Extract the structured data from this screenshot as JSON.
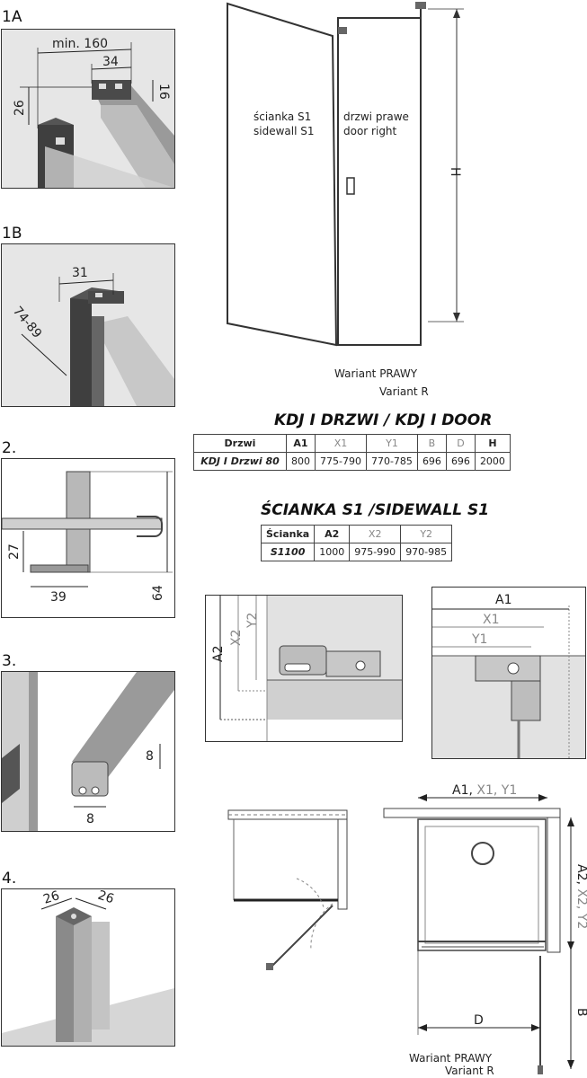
{
  "details": {
    "d1a": {
      "label": "1A",
      "min": "min. 160",
      "w": "34",
      "h1": "16",
      "h2": "26"
    },
    "d1b": {
      "label": "1B",
      "w": "31",
      "range": "74-89"
    },
    "d2": {
      "label": "2.",
      "h": "27",
      "w": "39",
      "total": "64"
    },
    "d3": {
      "label": "3.",
      "h": "8",
      "w": "8"
    },
    "d4": {
      "label": "4.",
      "w1": "26",
      "w2": "26"
    }
  },
  "front_view": {
    "sidewall_pl": "ścianka S1",
    "sidewall_en": "sidewall S1",
    "door_pl": "drzwi prawe",
    "door_en": "door right",
    "height_label": "H",
    "variant_pl": "Wariant PRAWY",
    "variant_en": "Variant R"
  },
  "door_table": {
    "title": "KDJ I DRZWI / KDJ I DOOR",
    "headers": [
      "Drzwi",
      "A1",
      "X1",
      "Y1",
      "B",
      "D",
      "H"
    ],
    "rows": [
      [
        "KDJ I Drzwi 80",
        "800",
        "775-790",
        "770-785",
        "696",
        "696",
        "2000"
      ]
    ]
  },
  "sidewall_table": {
    "title": "ŚCIANKA S1 /SIDEWALL S1",
    "headers": [
      "Ścianka",
      "A2",
      "X2",
      "Y2"
    ],
    "rows": [
      [
        "S1100",
        "1000",
        "975-990",
        "970-985"
      ]
    ]
  },
  "measure_side": {
    "a2": "A2",
    "x2": "X2",
    "y2": "Y2"
  },
  "measure_front": {
    "a1": "A1",
    "x1": "X1",
    "y1": "Y1"
  },
  "plan": {
    "top_label_a": "A1,",
    "top_label_b": " X1, Y1",
    "side_label_a": "A2,",
    "side_label_b": " X2, Y2",
    "d_label": "D",
    "b_label": "B",
    "variant_pl": "Wariant PRAWY",
    "variant_en": "Variant R"
  },
  "colors": {
    "frame": "#444444",
    "glass": "#d9d9d9",
    "grey_text": "#888888"
  }
}
